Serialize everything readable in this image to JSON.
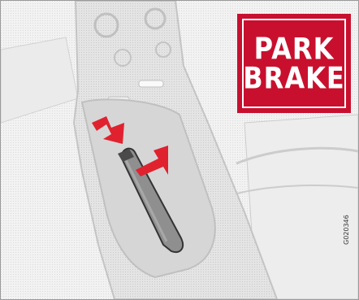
{
  "sign": {
    "line1": "PARK",
    "line2": "BRAKE",
    "color": "#c8102e"
  },
  "ref_code": "G020346",
  "colors": {
    "arrow": "#e0222f",
    "lever": "#8f8f8f",
    "console": "#cfcfcf"
  }
}
